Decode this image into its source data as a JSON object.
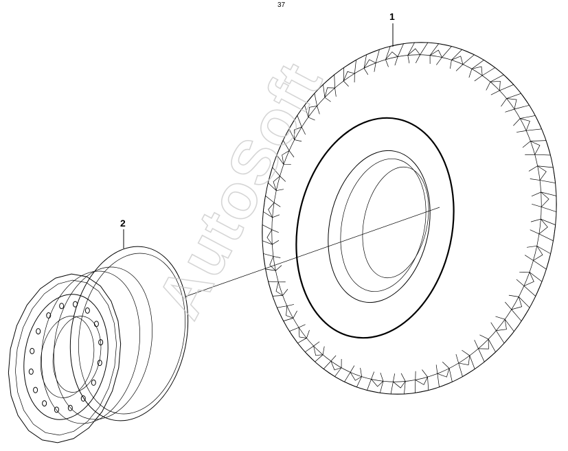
{
  "drawing": {
    "top_mark": "37",
    "callouts": [
      {
        "label": "1",
        "part": "tire"
      },
      {
        "label": "2",
        "part": "rim"
      }
    ],
    "watermark": "AutoSoft",
    "colors": {
      "line": "#000000",
      "background": "#ffffff",
      "watermark": "#c8c8c8"
    }
  }
}
